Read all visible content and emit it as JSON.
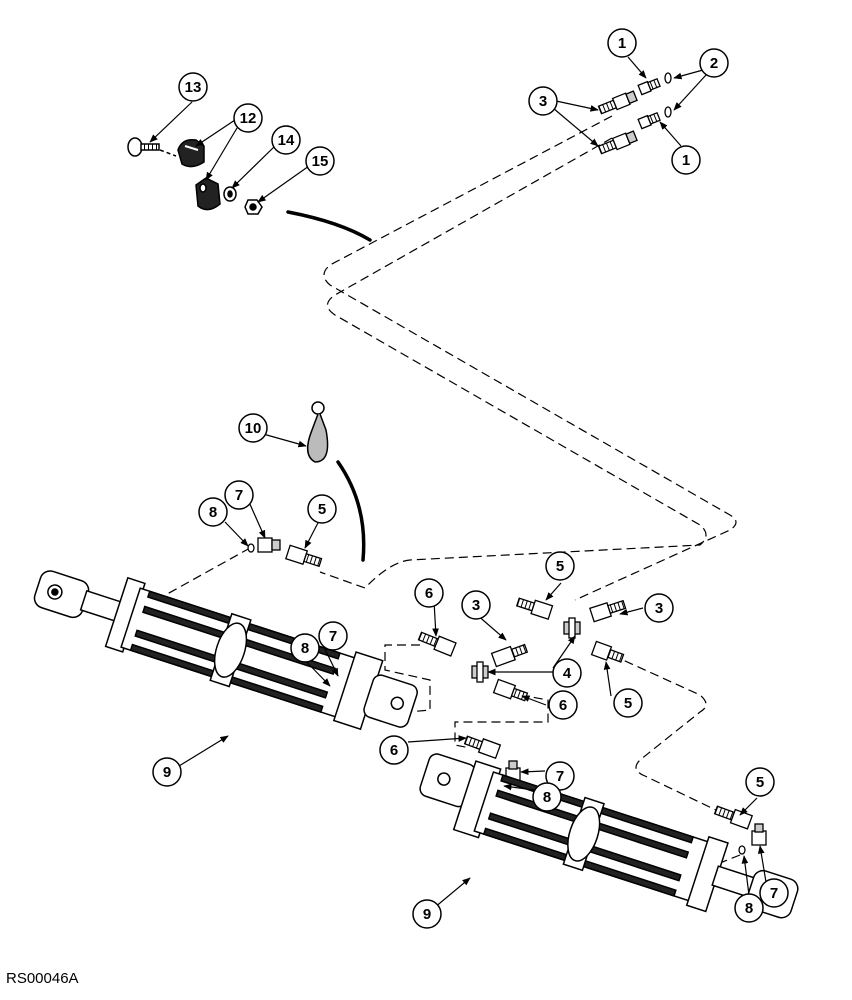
{
  "figure_id": "RS00046A",
  "callout_labels": {
    "c1a": "1",
    "c1b": "1",
    "c2": "2",
    "c3a": "3",
    "c3b": "3",
    "c3c": "3",
    "c4": "4",
    "c5a": "5",
    "c5b": "5",
    "c5c": "5",
    "c5d": "5",
    "c6a": "6",
    "c6b": "6",
    "c6c": "6",
    "c7a": "7",
    "c7b": "7",
    "c7c": "7",
    "c7d": "7",
    "c8a": "8",
    "c8b": "8",
    "c8c": "8",
    "c8d": "8",
    "c9a": "9",
    "c9b": "9",
    "c10": "10",
    "c12": "12",
    "c13": "13",
    "c14": "14",
    "c15": "15"
  }
}
